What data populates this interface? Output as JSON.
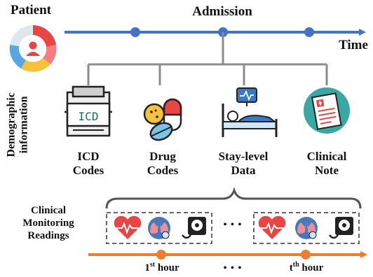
{
  "patient": {
    "label": "Patient",
    "icon": "patient-icon"
  },
  "timeline": {
    "admission_label": "Admission",
    "time_label": "Time",
    "line_color": "#4472c4"
  },
  "demographic": {
    "line1": "Demographic",
    "line2": "information"
  },
  "modalities": [
    {
      "id": "icd",
      "icon": "icd-document-icon",
      "line1": "ICD",
      "line2": "Codes"
    },
    {
      "id": "drug",
      "icon": "pills-icon",
      "line1": "Drug",
      "line2": "Codes"
    },
    {
      "id": "stay",
      "icon": "hospital-bed-icon",
      "line1": "Stay-level",
      "line2": "Data"
    },
    {
      "id": "note",
      "icon": "clinical-note-icon",
      "line1": "Clinical",
      "line2": "Note"
    }
  ],
  "monitoring": {
    "line1": "Clinical",
    "line2": "Monitoring",
    "line3": "Readings",
    "ellipsis": "• • •",
    "icons": [
      "heart-rate-icon",
      "lungs-icon",
      "blood-pressure-icon"
    ]
  },
  "hour_axis": {
    "first_num": "1",
    "first_sup": "st",
    "first_word": " hour",
    "t_num": "t",
    "t_sup": "th",
    "t_word": " hour",
    "ellipsis": "• • •",
    "line_color": "#ed7d31"
  }
}
